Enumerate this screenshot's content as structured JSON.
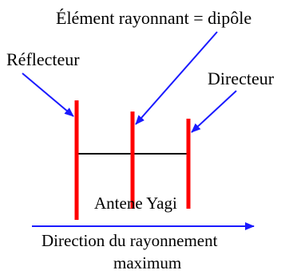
{
  "labels": {
    "radiating_element": "Élément rayonnant = dipôle",
    "reflector": "Réflecteur",
    "director": "Directeur",
    "antenna_name": "Antene Yagi",
    "direction_line1": "Direction du rayonnement",
    "direction_line2": "maximum"
  },
  "colors": {
    "elements": "#ff0000",
    "arrows": "#1a1aff",
    "boom": "#000000",
    "text": "#000000"
  }
}
